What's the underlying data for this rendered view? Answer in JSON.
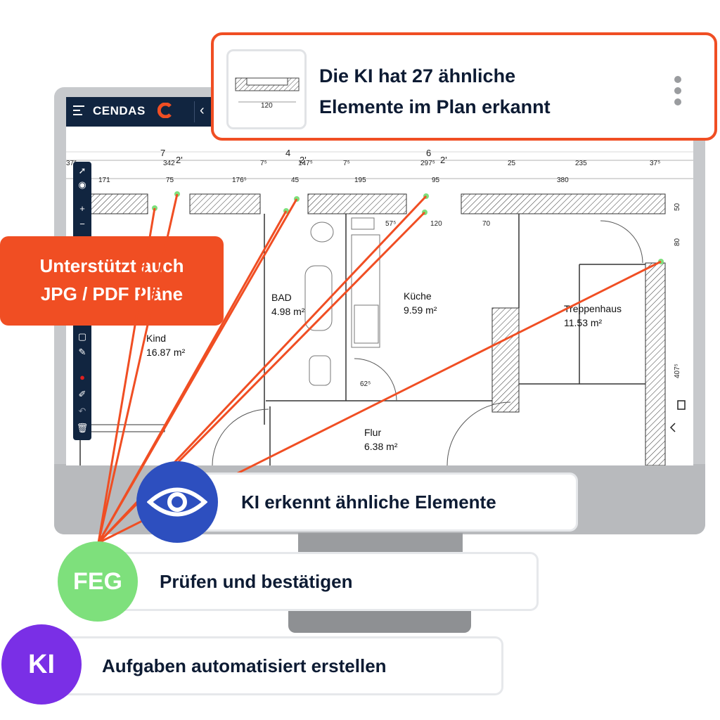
{
  "header": {
    "title_line1": "Die KI hat 27 ähnliche",
    "title_line2": "Elemente im Plan erkannt",
    "thumb_dimension": "120"
  },
  "app": {
    "brand": "CENDAS",
    "colors": {
      "navy": "#112540",
      "accent": "#f04e23"
    }
  },
  "toolbar": {
    "icons": [
      "cursor-icon",
      "visibility-off-icon",
      "zoom-in-icon",
      "zoom-out-icon",
      "select-area-icon",
      "ruler-icon",
      "record-dot-icon",
      "paint-icon",
      "undo-icon",
      "trash-icon"
    ]
  },
  "plan": {
    "top_dims_row1": [
      "37⁵",
      "342",
      "7⁵",
      "147⁵",
      "7⁵",
      "297⁵",
      "25",
      "235",
      "37⁵"
    ],
    "top_dims_row2": [
      "171",
      "75",
      "176⁵",
      "45",
      "195",
      "95",
      "380"
    ],
    "vertical_dims_top": [
      "7",
      "2'",
      "4",
      "2'",
      "6",
      "2'"
    ],
    "rooms": [
      {
        "name": "Kind",
        "area": "16.87 m²"
      },
      {
        "name": "BAD",
        "area": "4.98 m²"
      },
      {
        "name": "Küche",
        "area": "9.59 m²"
      },
      {
        "name": "Treppenhaus",
        "area": "11.53 m²"
      },
      {
        "name": "Flur",
        "area": "6.38 m²"
      }
    ],
    "inner_dims": [
      "57⁵",
      "120",
      "70",
      "62⁵"
    ],
    "right_dims": [
      "50",
      "80",
      "407⁵"
    ]
  },
  "badges": {
    "support_line1": "Unterstützt auch",
    "support_line2": "JPG / PDF Pläne"
  },
  "features": [
    {
      "label": "KI erkennt ähnliche Elemente",
      "icon": "eye-icon"
    },
    {
      "label": "Prüfen und bestätigen",
      "badge": "FEG"
    },
    {
      "label": "Aufgaben automatisiert erstellen",
      "badge": "KI"
    }
  ]
}
